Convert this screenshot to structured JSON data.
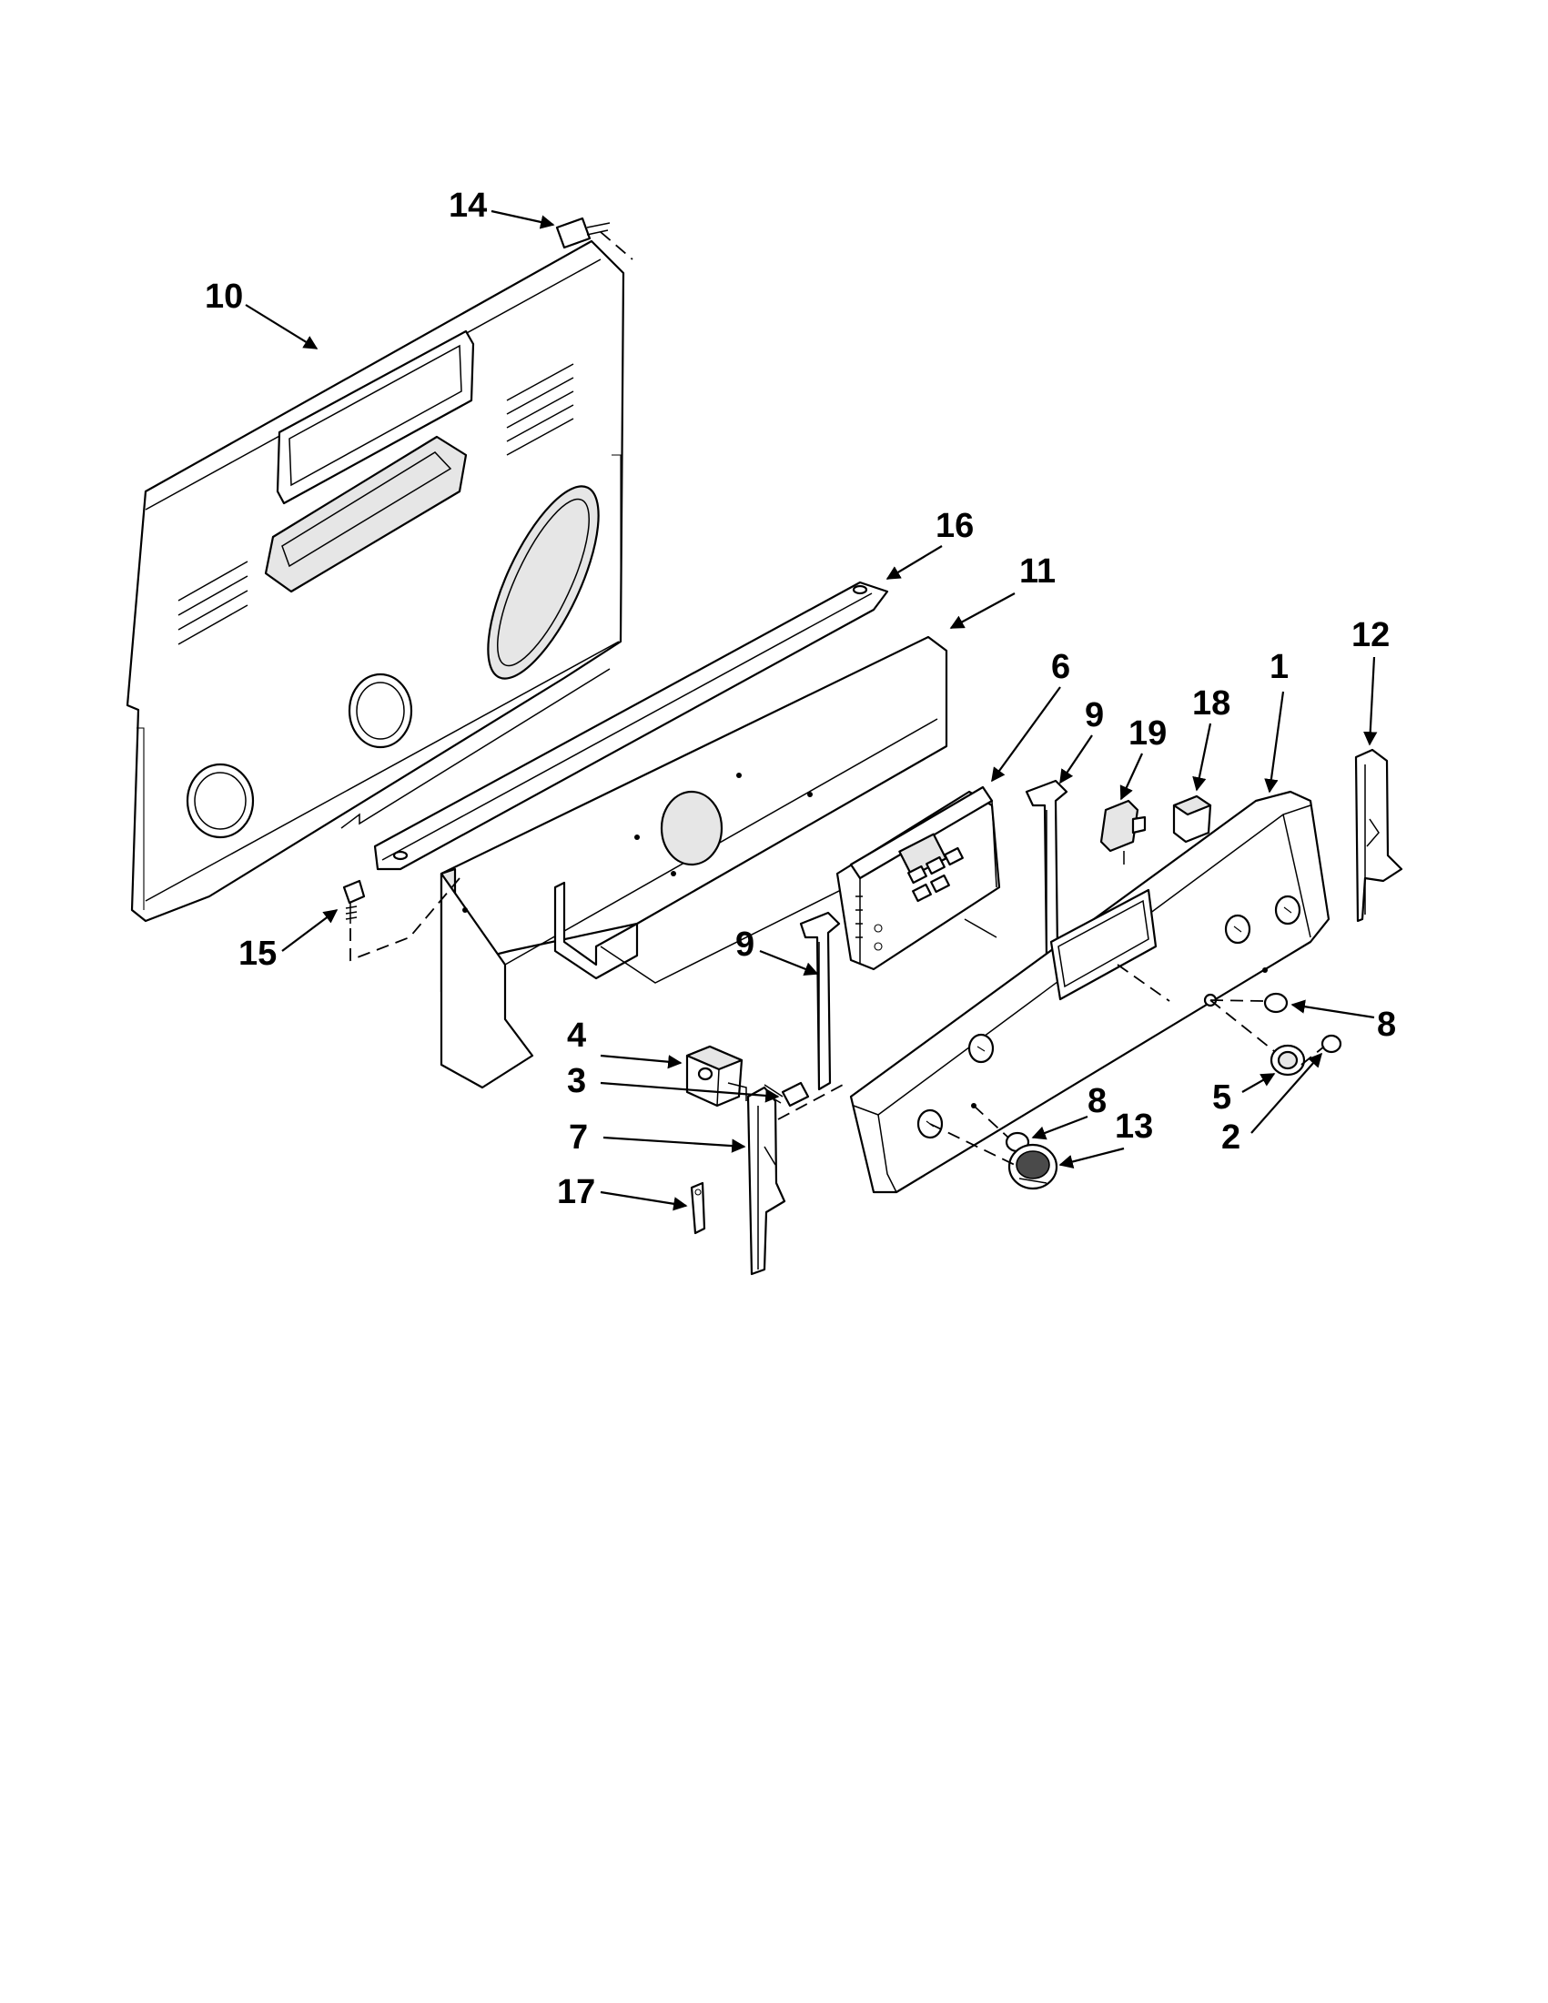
{
  "callouts": [
    {
      "id": "c14",
      "label": "14"
    },
    {
      "id": "c10",
      "label": "10"
    },
    {
      "id": "c16",
      "label": "16"
    },
    {
      "id": "c11",
      "label": "11"
    },
    {
      "id": "c6",
      "label": "6"
    },
    {
      "id": "c9a",
      "label": "9"
    },
    {
      "id": "c19",
      "label": "19"
    },
    {
      "id": "c18",
      "label": "18"
    },
    {
      "id": "c1",
      "label": "1"
    },
    {
      "id": "c12",
      "label": "12"
    },
    {
      "id": "c15",
      "label": "15"
    },
    {
      "id": "c9b",
      "label": "9"
    },
    {
      "id": "c4",
      "label": "4"
    },
    {
      "id": "c3",
      "label": "3"
    },
    {
      "id": "c7",
      "label": "7"
    },
    {
      "id": "c17",
      "label": "17"
    },
    {
      "id": "c8a",
      "label": "8"
    },
    {
      "id": "c5",
      "label": "5"
    },
    {
      "id": "c2",
      "label": "2"
    },
    {
      "id": "c8b",
      "label": "8"
    },
    {
      "id": "c13",
      "label": "13"
    }
  ]
}
